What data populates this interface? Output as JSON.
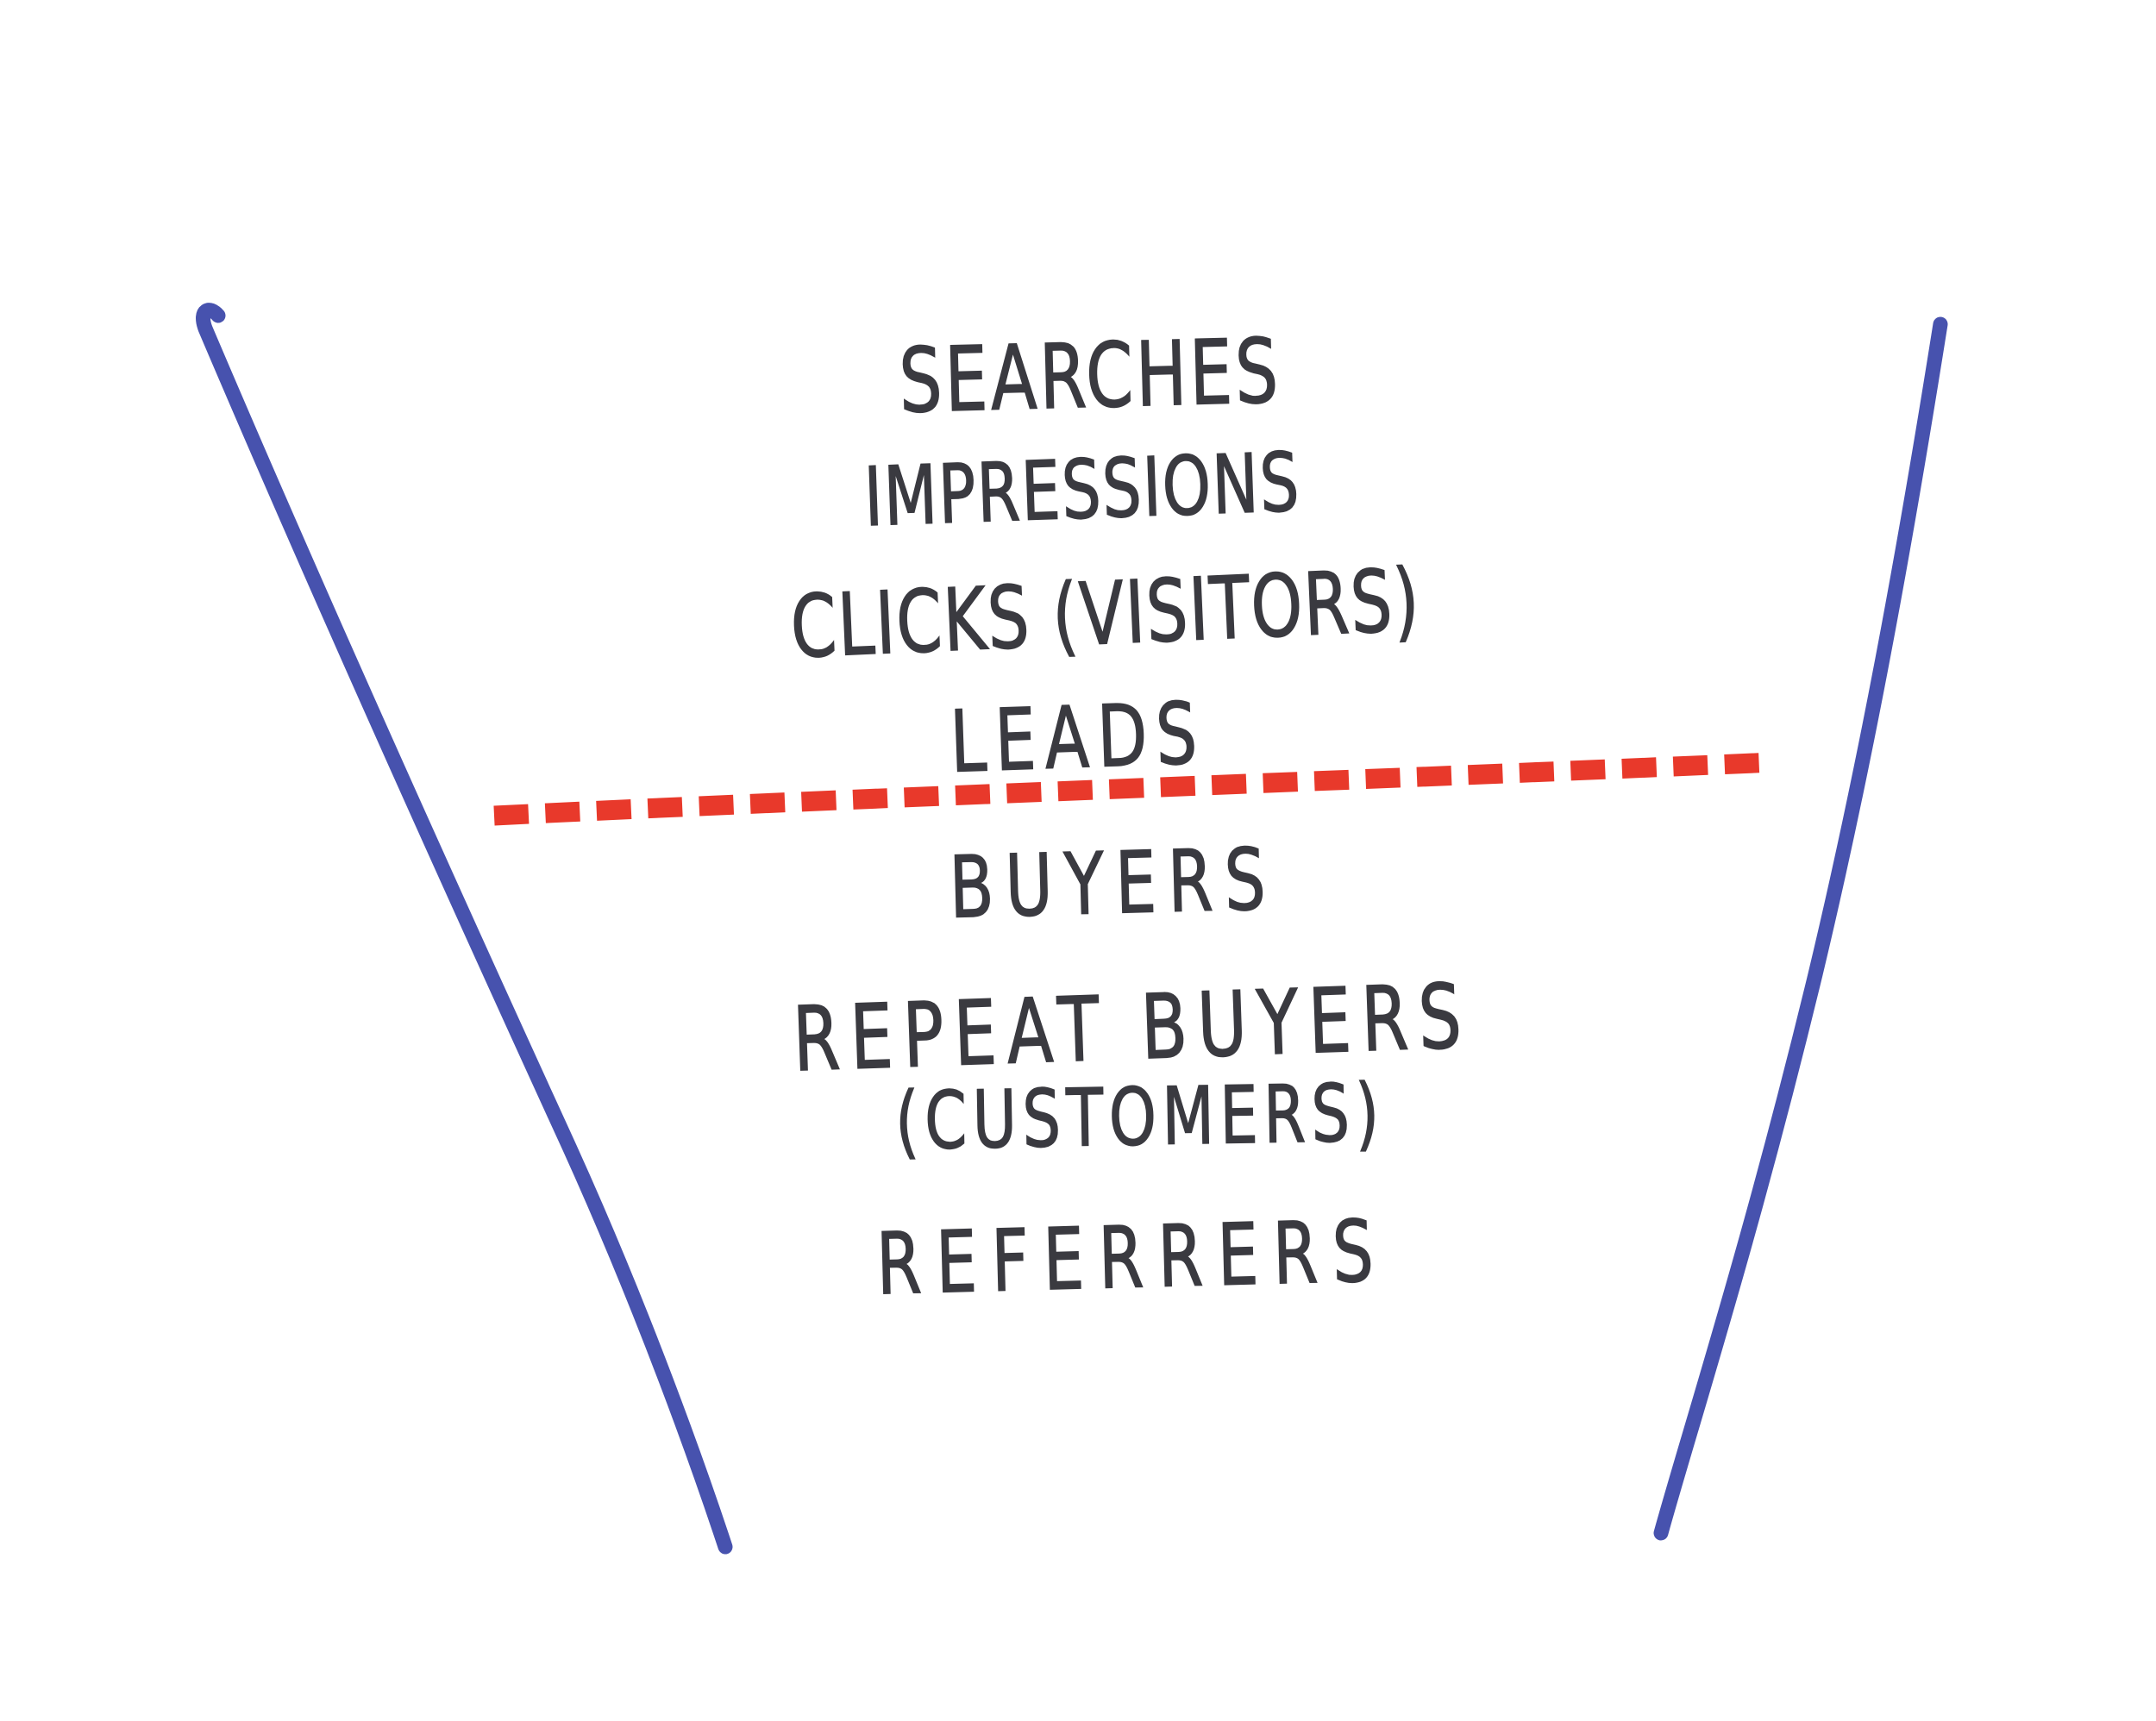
{
  "diagram": {
    "type": "hand-drawn marketing funnel sketch",
    "colors": {
      "funnel_stroke": "#4752ae",
      "divider": "#e8392b",
      "ink": "#3a3a40",
      "background": "#ffffff"
    },
    "stages": [
      {
        "label": "SEARCHES"
      },
      {
        "label": "IMPRESSIONS"
      },
      {
        "label": "CLICKS (VISITORS)"
      },
      {
        "label": "LEADS"
      },
      {
        "label": "BUYERS"
      },
      {
        "label": "REPEAT BUYERS"
      },
      {
        "label": "(CUSTOMERS)"
      },
      {
        "label": "REFERRERS"
      }
    ],
    "divider": {
      "style": "red dashed line",
      "separates": [
        "LEADS",
        "BUYERS"
      ]
    }
  }
}
